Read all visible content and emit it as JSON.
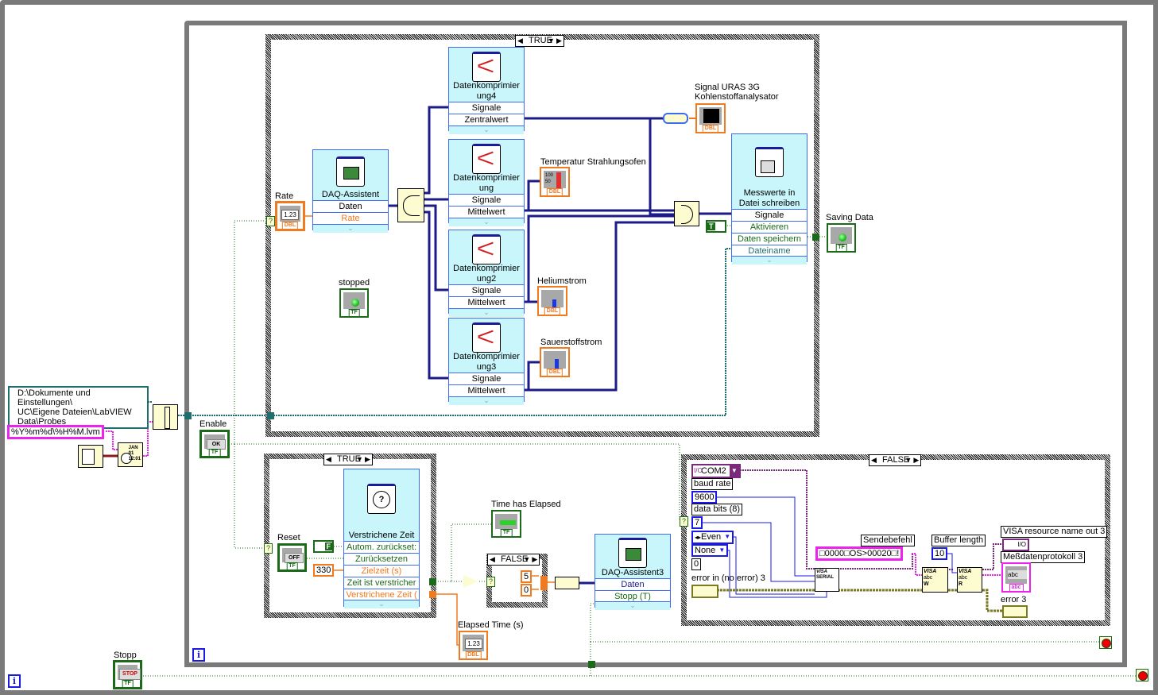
{
  "outer_loop": {
    "iteration_icon": "i"
  },
  "inner_loop": {
    "iteration_icon": "i"
  },
  "case_main": {
    "selector": "TRUE"
  },
  "case_timer": {
    "selector": "TRUE"
  },
  "case_small": {
    "selector": "FALSE"
  },
  "case_serial": {
    "selector": "FALSE"
  },
  "file_path": {
    "lines": [
      "D:\\Dokumente und Einstellungen\\",
      "UC\\Eigene Dateien\\LabVIEW",
      "Data\\Probes"
    ]
  },
  "format_string": "%Y%m%d\\%H%M.lvm",
  "enable": {
    "label": "Enable",
    "button": "OK",
    "tag": "TF"
  },
  "stopp": {
    "label": "Stopp",
    "button": "STOP",
    "tag": "TF"
  },
  "rate": {
    "label": "Rate",
    "value": "1.23",
    "tag": "DBL"
  },
  "daq1": {
    "title": "DAQ-Assistent",
    "rows": [
      "Daten",
      "Rate"
    ]
  },
  "stopped": {
    "label": "stopped",
    "tag": "TF"
  },
  "comp4": {
    "title": [
      "Datenkomprimier",
      "ung4"
    ],
    "rows": [
      "Signale",
      "Zentralwert"
    ]
  },
  "comp1": {
    "title": [
      "Datenkomprimier",
      "ung"
    ],
    "rows": [
      "Signale",
      "Mittelwert"
    ]
  },
  "comp2": {
    "title": [
      "Datenkomprimier",
      "ung2"
    ],
    "rows": [
      "Signale",
      "Mittelwert"
    ]
  },
  "comp3": {
    "title": [
      "Datenkomprimier",
      "ung3"
    ],
    "rows": [
      "Signale",
      "Mittelwert"
    ]
  },
  "uras": {
    "label": [
      "Signal URAS 3G",
      "Kohlenstoffanalysator"
    ],
    "tag": "DBL"
  },
  "temp": {
    "label": "Temperatur Strahlungsofen",
    "tag": "DBL",
    "scale": [
      "100",
      "50"
    ]
  },
  "helium": {
    "label": "Heliumstrom",
    "tag": "DBL"
  },
  "sauerstoff": {
    "label": "Sauerstoffstrom",
    "tag": "DBL"
  },
  "write": {
    "title": [
      "Messwerte in",
      "Datei schreiben"
    ],
    "rows": [
      "Signale",
      "Aktivieren",
      "Daten speichern",
      "Dateiname"
    ]
  },
  "bool_true_const": "T",
  "saving": {
    "label": "Saving Data",
    "tag": "TF"
  },
  "reset": {
    "label": "Reset",
    "button": "OFF",
    "tag": "TF"
  },
  "bool_false_const": "F",
  "timer": {
    "title": "Verstrichene Zeit",
    "rows": [
      "Autom. zurückset:",
      "Zurücksetzen",
      "Zielzeit (s)",
      "Zeit ist verstricher",
      "Verstrichene Zeit ("
    ]
  },
  "target_time": "330",
  "time_elapsed": {
    "label": "Time has Elapsed",
    "tag": "TF"
  },
  "elapsed_time": {
    "label": "Elapsed Time (s)",
    "value": "1.23",
    "tag": "DBL"
  },
  "small_case_consts": [
    "5",
    "0"
  ],
  "daq3": {
    "title": "DAQ-Assistent3",
    "rows": [
      "Daten",
      "Stopp (T)"
    ]
  },
  "serial": {
    "com": "COM2",
    "baud_label": "baud rate",
    "baud": "9600",
    "databits_label": "data bits (8)",
    "databits": "7",
    "parity": "Even",
    "flow": "None",
    "zero": "0",
    "error_in_label": "error in (no error) 3",
    "visa_serial": [
      "VISA",
      "SERIAL"
    ],
    "sendebefehl_label": "Sendebefehl",
    "sendebefehl": "□0000□OS>00020□!",
    "buffer_label": "Buffer length",
    "buffer": "10",
    "visa_write": [
      "VISA",
      "abc",
      "W"
    ],
    "visa_read": [
      "VISA",
      "abc",
      "R"
    ],
    "resource_out_label": "VISA resource name out 3",
    "resource_out_value": "I/O",
    "protocol_label": "Meßdatenprotokoll 3",
    "protocol_value": "abc",
    "protocol_tag": "abc",
    "error_out_label": "error 3"
  },
  "colors": {
    "loop_border": "#7a7a7a",
    "dbl_orange": "#f07a20",
    "bool_green": "#1a6a1a",
    "express_fill": "#c8f6fb",
    "express_border": "#3d6cf0",
    "dynamic_wire": "#1b1b8a",
    "string_pink": "#ee22ee",
    "int_blue": "#1a1ae6",
    "error_olive": "#7a7a20",
    "visa_purple": "#7a2a7a",
    "path_teal": "#1f6e6e"
  }
}
